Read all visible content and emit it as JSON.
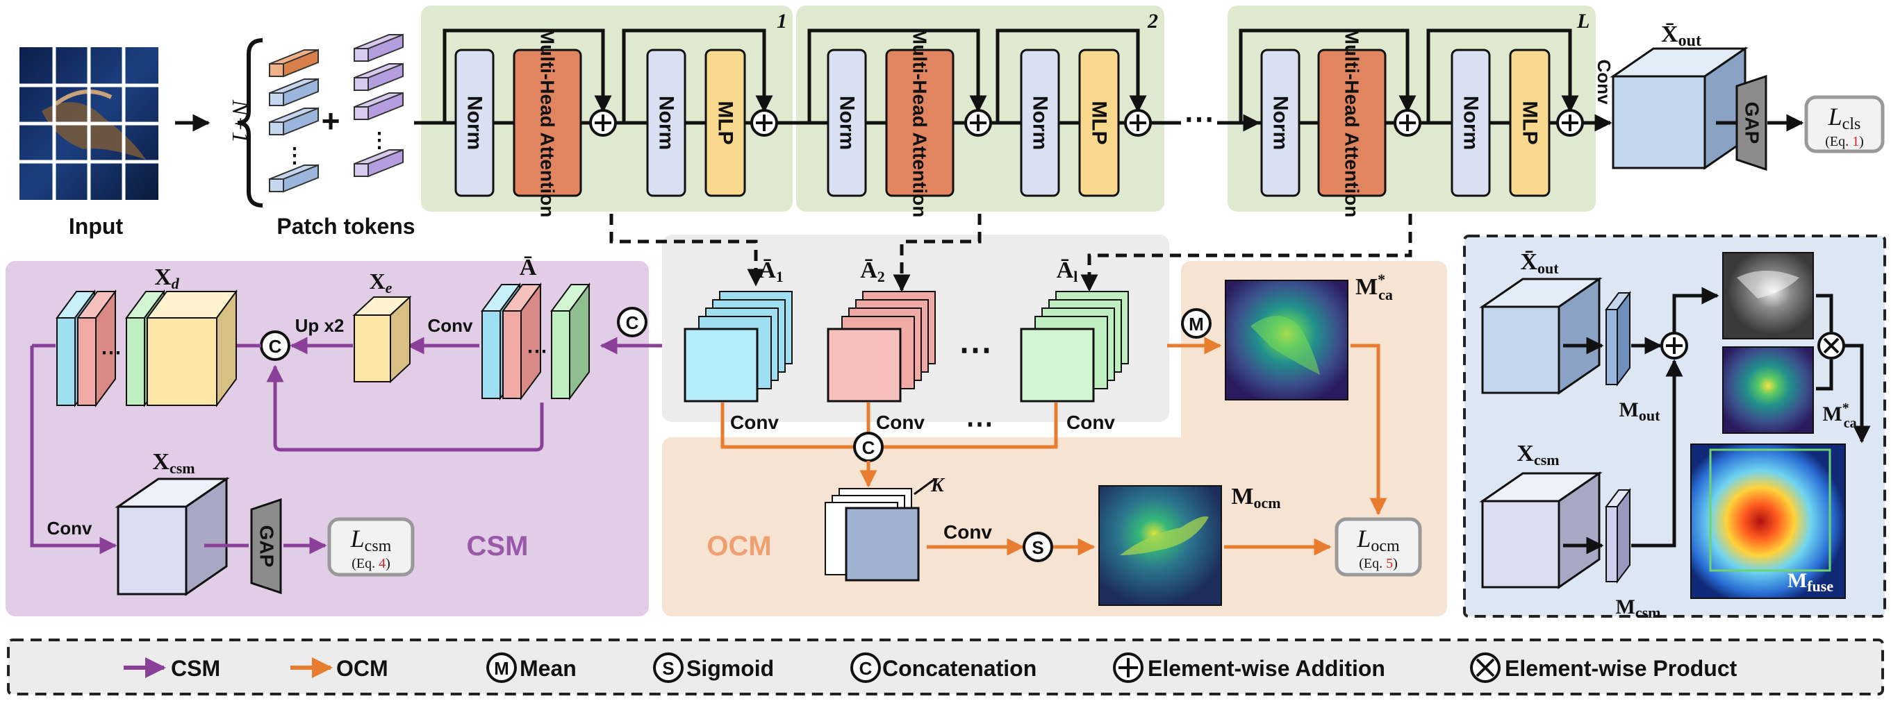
{
  "colors": {
    "csm_purple": "#8a3f98",
    "ocm_orange": "#e87d2f",
    "block_green_bg": "#dfe9cf",
    "csm_bg": "#e2cde6",
    "ocm_bg": "#f7e3d2",
    "fuse_bg": "#dce7f3",
    "attn_gray_bg": "#ececec",
    "norm_fill": "#d9e0f1",
    "attention_fill": "#e0855f",
    "mlp_fill": "#f8d98e"
  },
  "input": {
    "label": "Input"
  },
  "patch_tokens": {
    "label": "Patch tokens",
    "count": "N+1",
    "dots": "⋮"
  },
  "blocks": [
    {
      "index": "1",
      "norm1": "Norm",
      "attention": "Multi-Head Attention",
      "norm2": "Norm",
      "mlp": "MLP"
    },
    {
      "index": "2",
      "norm1": "Norm",
      "attention": "Multi-Head Attention",
      "norm2": "Norm",
      "mlp": "MLP"
    },
    {
      "index": "L",
      "norm1": "Norm",
      "attention": "Multi-Head Attention",
      "norm2": "Norm",
      "mlp": "MLP"
    }
  ],
  "between_blocks_dots": "⋯",
  "top_right": {
    "conv": "Conv",
    "xout": {
      "main": "X̄",
      "sub": "out"
    },
    "gap": "GAP",
    "loss": {
      "main": "L",
      "sub": "cls",
      "eq_prefix": "(Eq. ",
      "eq_num": "1",
      "eq_suffix": ")"
    }
  },
  "attention_maps": {
    "a1": {
      "main": "Ā",
      "sub": "1"
    },
    "a2": {
      "main": "Ā",
      "sub": "2"
    },
    "al": {
      "main": "Ā",
      "sub": "l"
    },
    "dots": "⋯",
    "conv1": "Conv",
    "conv2": "Conv",
    "conv3": "Conv"
  },
  "csm": {
    "title": "CSM",
    "xd": {
      "main": "X",
      "sub": "d"
    },
    "xe": {
      "main": "X",
      "sub": "e"
    },
    "abar": "Ā",
    "upx2": "Up x2",
    "conv": "Conv",
    "conv_left": "Conv",
    "xcsm": {
      "main": "X",
      "sub": "csm"
    },
    "gap": "GAP",
    "loss": {
      "main": "L",
      "sub": "csm",
      "eq_prefix": "(Eq. ",
      "eq_num": "4",
      "eq_suffix": ")"
    },
    "dots": "⋯"
  },
  "ocm": {
    "title": "OCM",
    "mca": {
      "main": "M",
      "sup": "*",
      "sub": "ca"
    },
    "mocm": {
      "main": "M",
      "sub": "ocm"
    },
    "k": "K",
    "conv": "Conv",
    "loss": {
      "main": "L",
      "sub": "ocm",
      "eq_prefix": "(Eq. ",
      "eq_num": "5",
      "eq_suffix": ")"
    }
  },
  "fusion": {
    "xout": {
      "main": "X̄",
      "sub": "out"
    },
    "mout": {
      "main": "M",
      "sub": "out"
    },
    "xcsm": {
      "main": "X",
      "sub": "csm"
    },
    "mcsm": {
      "main": "M",
      "sub": "csm"
    },
    "mca": {
      "main": "M",
      "sup": "*",
      "sub": "ca"
    },
    "mfuse": {
      "main": "M",
      "sub": "fuse"
    }
  },
  "symbols": {
    "mean": "M",
    "sigmoid": "S",
    "concat": "C"
  },
  "legend": {
    "csm": "CSM",
    "ocm": "OCM",
    "mean": "Mean",
    "sigmoid": "Sigmoid",
    "concat": "Concatenation",
    "add": "Element-wise Addition",
    "product": "Element-wise Product"
  }
}
